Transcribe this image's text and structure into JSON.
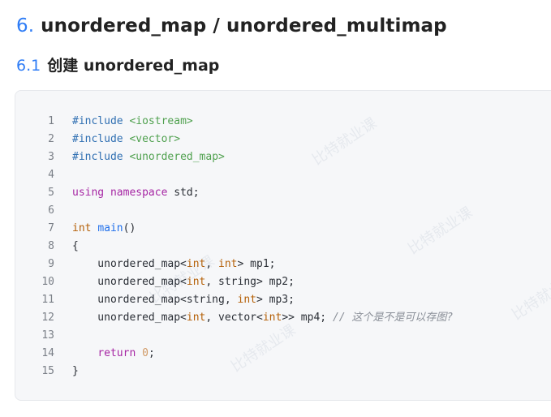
{
  "heading_1": {
    "number": "6.",
    "text": "unordered_map / unordered_multimap"
  },
  "heading_2": {
    "number": "6.1",
    "text": "创建 unordered_map"
  },
  "code": {
    "lines": [
      {
        "n": "1",
        "tokens": [
          {
            "t": "preproc",
            "v": "#include "
          },
          {
            "t": "string",
            "v": "<iostream>"
          }
        ]
      },
      {
        "n": "2",
        "tokens": [
          {
            "t": "preproc",
            "v": "#include "
          },
          {
            "t": "string",
            "v": "<vector>"
          }
        ]
      },
      {
        "n": "3",
        "tokens": [
          {
            "t": "preproc",
            "v": "#include "
          },
          {
            "t": "string",
            "v": "<unordered_map>"
          }
        ]
      },
      {
        "n": "4",
        "tokens": []
      },
      {
        "n": "5",
        "tokens": [
          {
            "t": "keyword",
            "v": "using"
          },
          {
            "t": "plain",
            "v": " "
          },
          {
            "t": "keyword",
            "v": "namespace"
          },
          {
            "t": "plain",
            "v": " std;"
          }
        ]
      },
      {
        "n": "6",
        "tokens": []
      },
      {
        "n": "7",
        "tokens": [
          {
            "t": "type",
            "v": "int"
          },
          {
            "t": "plain",
            "v": " "
          },
          {
            "t": "func",
            "v": "main"
          },
          {
            "t": "plain",
            "v": "()"
          }
        ]
      },
      {
        "n": "8",
        "tokens": [
          {
            "t": "plain",
            "v": "{"
          }
        ]
      },
      {
        "n": "9",
        "tokens": [
          {
            "t": "plain",
            "v": "    unordered_map<"
          },
          {
            "t": "type",
            "v": "int"
          },
          {
            "t": "plain",
            "v": ", "
          },
          {
            "t": "type",
            "v": "int"
          },
          {
            "t": "plain",
            "v": "> mp1;"
          }
        ]
      },
      {
        "n": "10",
        "tokens": [
          {
            "t": "plain",
            "v": "    unordered_map<"
          },
          {
            "t": "type",
            "v": "int"
          },
          {
            "t": "plain",
            "v": ", string> mp2;"
          }
        ]
      },
      {
        "n": "11",
        "tokens": [
          {
            "t": "plain",
            "v": "    unordered_map<string, "
          },
          {
            "t": "type",
            "v": "int"
          },
          {
            "t": "plain",
            "v": "> mp3;"
          }
        ]
      },
      {
        "n": "12",
        "tokens": [
          {
            "t": "plain",
            "v": "    unordered_map<"
          },
          {
            "t": "type",
            "v": "int"
          },
          {
            "t": "plain",
            "v": ", vector<"
          },
          {
            "t": "type",
            "v": "int"
          },
          {
            "t": "plain",
            "v": ">> mp4; "
          },
          {
            "t": "comment",
            "v": "// 这个是不是可以存图?"
          }
        ]
      },
      {
        "n": "13",
        "tokens": []
      },
      {
        "n": "14",
        "tokens": [
          {
            "t": "plain",
            "v": "    "
          },
          {
            "t": "keyword",
            "v": "return"
          },
          {
            "t": "plain",
            "v": " "
          },
          {
            "t": "number",
            "v": "0"
          },
          {
            "t": "plain",
            "v": ";"
          }
        ]
      },
      {
        "n": "15",
        "tokens": [
          {
            "t": "plain",
            "v": "}"
          }
        ]
      }
    ]
  },
  "watermark": {
    "text": "比特就业课"
  }
}
